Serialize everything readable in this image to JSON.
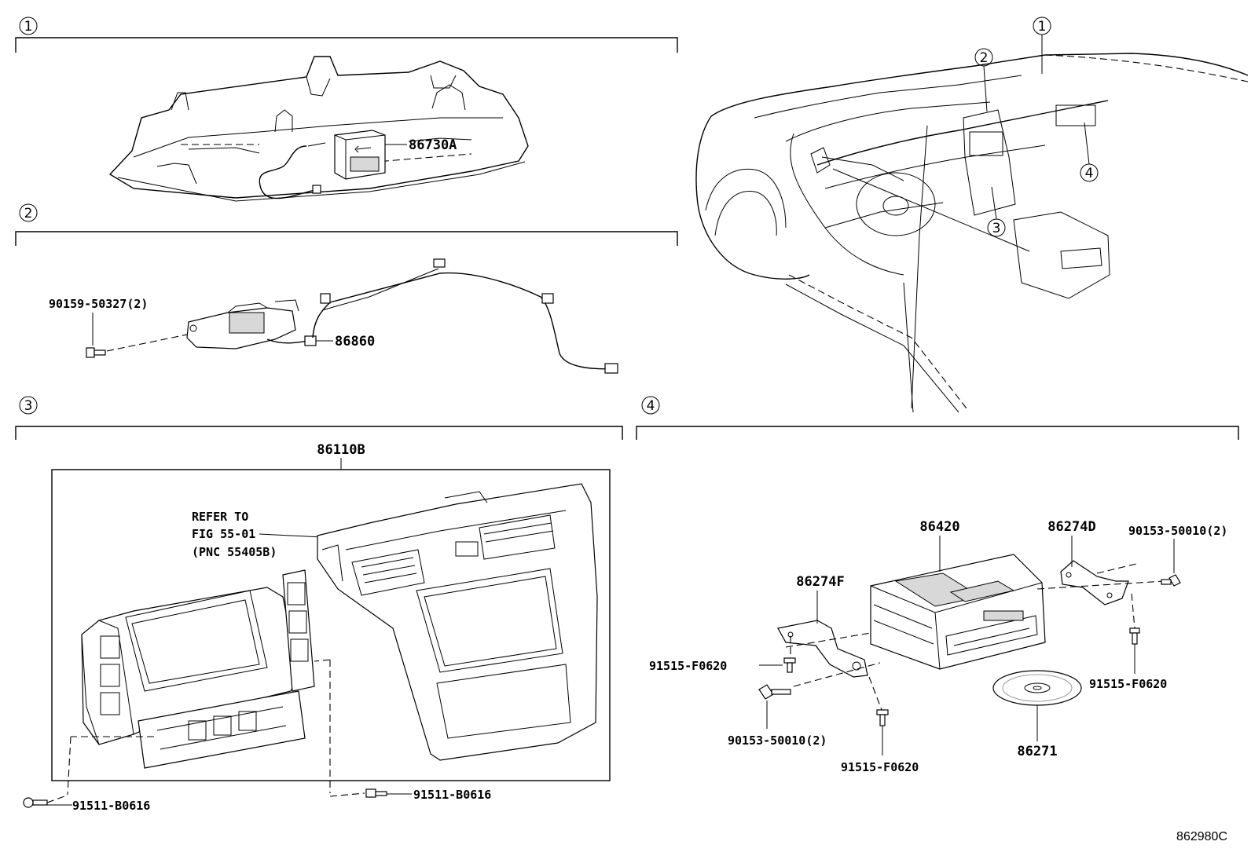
{
  "diagram": {
    "code": "862980C",
    "sections": [
      {
        "num": "1"
      },
      {
        "num": "2"
      },
      {
        "num": "3"
      },
      {
        "num": "4"
      }
    ],
    "overview_markers": [
      "1",
      "2",
      "3",
      "4"
    ],
    "section1": {
      "part": "86730A"
    },
    "section2": {
      "bolt": "90159-50327(2)",
      "part": "86860"
    },
    "section3": {
      "part": "86110B",
      "refer_line1": "REFER TO",
      "refer_line2": "FIG 55-01",
      "refer_line3": "(PNC 55405B)",
      "screw_left": "91511-B0616",
      "screw_right": "91511-B0616"
    },
    "section4": {
      "unit": "86420",
      "bracket_right": "86274D",
      "bracket_left": "86274F",
      "bolt_top_right": "90153-50010(2)",
      "screw_left": "91515-F0620",
      "screw_right": "91515-F0620",
      "bolt_bottom_left": "90153-50010(2)",
      "screw_bottom": "91515-F0620",
      "disc": "86271"
    }
  }
}
